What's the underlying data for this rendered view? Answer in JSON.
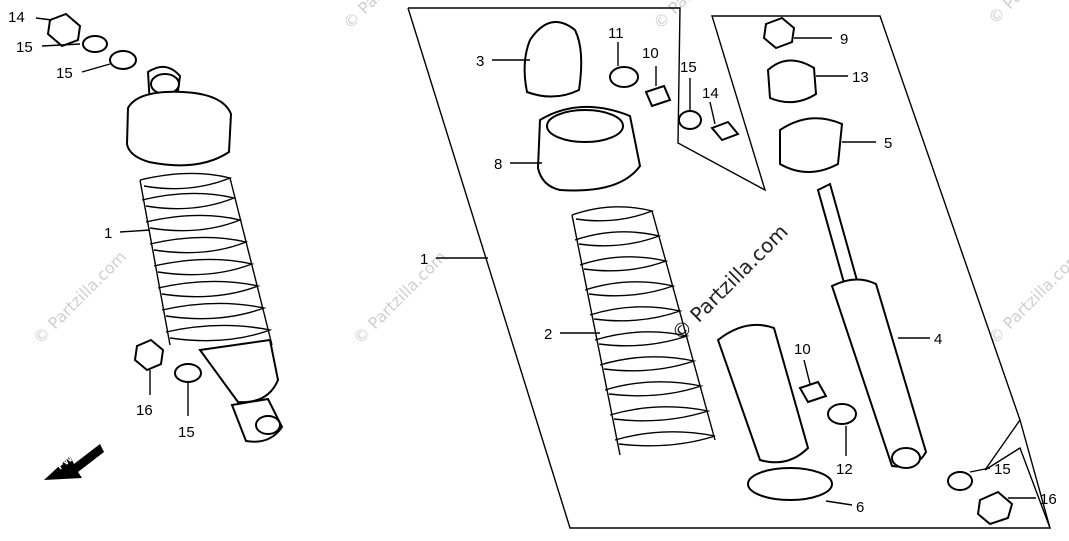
{
  "watermark": {
    "text": "© Partzilla.com",
    "center_text": "© Partzilla.com"
  },
  "direction_marker": "FWD",
  "callouts": [
    {
      "id": "c14a",
      "label": "14"
    },
    {
      "id": "c15a",
      "label": "15"
    },
    {
      "id": "c15b",
      "label": "15"
    },
    {
      "id": "c1a",
      "label": "1"
    },
    {
      "id": "c16a",
      "label": "16"
    },
    {
      "id": "c15c",
      "label": "15"
    },
    {
      "id": "c3",
      "label": "3"
    },
    {
      "id": "c11",
      "label": "11"
    },
    {
      "id": "c10a",
      "label": "10"
    },
    {
      "id": "c15d",
      "label": "15"
    },
    {
      "id": "c14b",
      "label": "14"
    },
    {
      "id": "c9",
      "label": "9"
    },
    {
      "id": "c13",
      "label": "13"
    },
    {
      "id": "c5",
      "label": "5"
    },
    {
      "id": "c8",
      "label": "8"
    },
    {
      "id": "c1b",
      "label": "1"
    },
    {
      "id": "c2",
      "label": "2"
    },
    {
      "id": "c10b",
      "label": "10"
    },
    {
      "id": "c4",
      "label": "4"
    },
    {
      "id": "c12",
      "label": "12"
    },
    {
      "id": "c6",
      "label": "6"
    },
    {
      "id": "c15e",
      "label": "15"
    },
    {
      "id": "c16b",
      "label": "16"
    }
  ]
}
